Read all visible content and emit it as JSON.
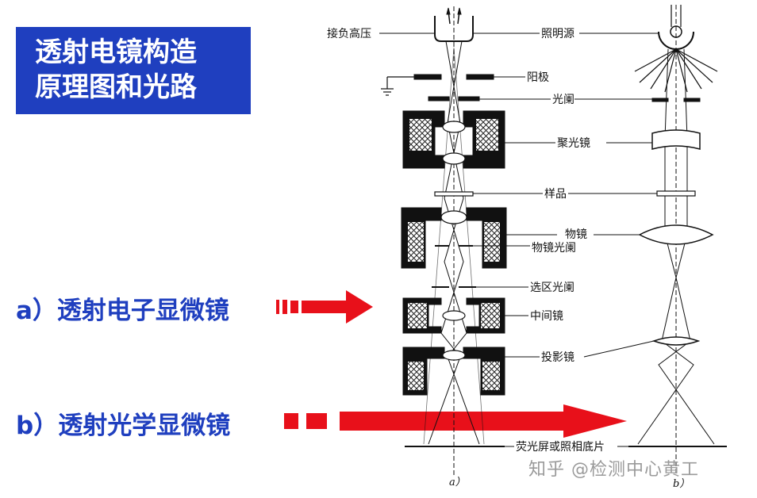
{
  "title": {
    "line1": "透射电镜构造",
    "line2": "原理图和光路"
  },
  "side_labels": {
    "a": "a）透射电子显微镜",
    "b": "b）透射光学显微镜"
  },
  "diagram_labels": {
    "high_voltage": "接负高压",
    "illumination_source": "照明源",
    "anode": "阳极",
    "aperture": "光阑",
    "condenser_lens": "聚光镜",
    "specimen": "样品",
    "objective_lens": "物镜",
    "objective_aperture": "物镜光阑",
    "selected_area_aperture": "选区光阑",
    "intermediate_lens": "中间镜",
    "projector_lens": "投影镜",
    "screen": "荧光屏或照相底片"
  },
  "sublabels": {
    "a": "a）",
    "b": "b）"
  },
  "watermark": "知乎 @检测中心黄工",
  "colors": {
    "title_bg": "#1f3fbf",
    "label_text": "#1f3fbf",
    "arrow_red": "#e8101a",
    "ink": "#111111"
  }
}
